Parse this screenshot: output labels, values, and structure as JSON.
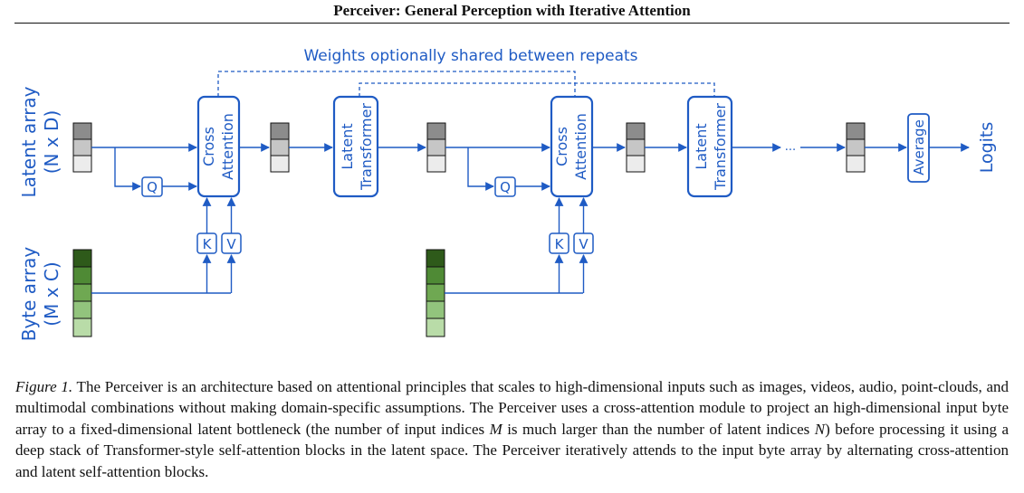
{
  "header": {
    "title": "Perceiver: General Perception with Iterative Attention"
  },
  "figure": {
    "shared_weights_label": "Weights optionally shared between repeats",
    "latent_array_label": "Latent array",
    "latent_array_dims": "(N x D)",
    "byte_array_label": "Byte array",
    "byte_array_dims": "(M x C)",
    "cross_attention_line1": "Cross",
    "cross_attention_line2": "Attention",
    "latent_transformer_line1": "Latent",
    "latent_transformer_line2": "Transformer",
    "q_label": "Q",
    "k_label": "K",
    "v_label": "V",
    "ellipsis": "...",
    "average_label": "Average",
    "logits_label": "Logits",
    "colors": {
      "accent": "#1f5bc4",
      "latent_cells": [
        "#8c8c8c",
        "#c6c6c6",
        "#ececec"
      ],
      "byte_cells": [
        "#2e5a1a",
        "#4f8a35",
        "#6fa852",
        "#92c47d",
        "#b9dca8"
      ]
    }
  },
  "caption": {
    "fig_label": "Figure 1.",
    "text_1": " The Perceiver is an architecture based on attentional principles that scales to high-dimensional inputs such as images, videos, audio, point-clouds, and multimodal combinations without making domain-specific assumptions. The Perceiver uses a cross-attention module to project an high-dimensional input byte array to a fixed-dimensional latent bottleneck (the number of input indices ",
    "var_m": "M",
    "text_2": " is much larger than the number of latent indices ",
    "var_n": "N",
    "text_3": ") before processing it using a deep stack of Transformer-style self-attention blocks in the latent space. The Perceiver iteratively attends to the input byte array by alternating cross-attention and latent self-attention blocks."
  }
}
